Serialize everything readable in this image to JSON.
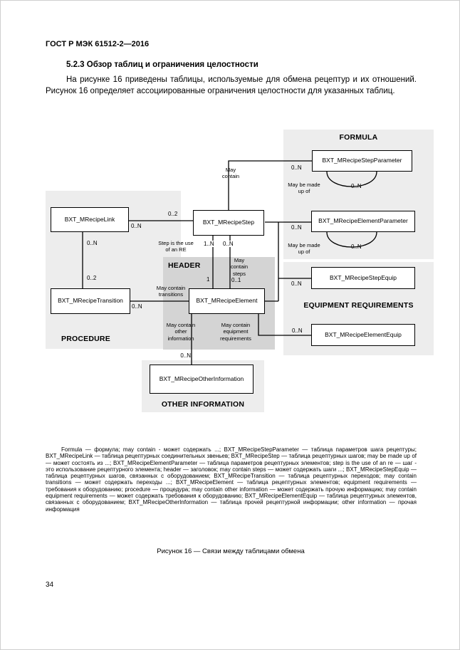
{
  "page": {
    "doc_header": "ГОСТ Р МЭК 61512-2—2016",
    "section_heading": "5.2.3 Обзор таблиц и ограничения целостности",
    "intro": "На рисунке 16 приведены таблицы, используемые для обмена рецептур и их отношений. Рисунок 16 определяет ассоциированные ограничения целостности для указанных таблиц.",
    "page_number": "34"
  },
  "diagram": {
    "regions": {
      "formula": "FORMULA",
      "procedure": "PROCEDURE",
      "header": "HEADER",
      "equipment": "EQUIPMENT REQUIREMENTS",
      "other_information": "OTHER INFORMATION"
    },
    "boxes": {
      "step_parameter": "BXT_MRecipeStepParameter",
      "element_parameter": "BXT_MRecipeElementParameter",
      "step_equip": "BXT_MRecipeStepEquip",
      "element_equip": "BXT_MRecipeElementEquip",
      "link": "BXT_MRecipeLink",
      "step": "BXT_MRecipeStep",
      "transition": "BXT_MRecipeTransition",
      "element": "BXT_MRecipeElement",
      "other_information": "BXT_MRecipeOtherInformation"
    },
    "relations": {
      "may_contain": "May\ncontain",
      "may_be_made_up_of": "May be made\nup of",
      "step_is_use": "Step is the use\nof an RE",
      "may_contain_steps": "May\ncontain\nsteps",
      "may_contain_transitions": "May contain\ntransitions",
      "may_contain_other": "May contain\nother\ninformation",
      "may_contain_equipment": "May contain\nequipment\nrequirements"
    },
    "cardinalities": {
      "step_param": "0..N",
      "step_param_self": "0..N",
      "element_param": "0..N",
      "element_param_self": "0..N",
      "link_step_near_step": "0..2",
      "link_step_near_link": "0..N",
      "link_trans_near_link": "0..N",
      "link_trans_near_trans": "0..2",
      "step_elem_upper_left": "1..N",
      "step_elem_upper_right": "0..N",
      "step_elem_lower_left": "1",
      "step_elem_lower_right": "0..1",
      "trans_elem": "0..N",
      "step_equip": "0..N",
      "element_equip": "0..N",
      "other_information": "0..N"
    }
  },
  "legend": "Formula — формула; may contain - может содержать ...; BXT_MRecipeStepParameter — таблица параметров шага рецептуры; BXT_MRecipeLink — таблица рецептурных соединительных звеньев; BXT_MRecipeStep — таблица рецептурных шагов; may be made up of — может состоять из ...; BXT_MRecipeElementParameter — таблица параметров рецептурных элементов; step is the use of an re — шаг - это использование рецептурного элемента; header — заголовок; may contain steps — может содержать шаги ...; BXT_MRecipeStepEquip — таблица рецептурных шагов, связанных с оборудованием; BXT_MRecipeTransition — таблица рецептурных переходов; may contain transitions — может содержать переходы ...; BXT_MRecipeElement — таблица рецептурных элементов; equipment requirements — требования к оборудованию; procedure — процедура; may contain other information — может содержать прочую информацию; may contain equipment requirements — может содержать требования к оборудованию; BXT_MRecipeElementEquip — таблица рецептурных элементов, связанных с оборудованием; BXT_MRecipeOtherInformation — таблица прочей рецептурной информации; other information — прочая информация",
  "caption": "Рисунок 16 — Связи между таблицами обмена"
}
